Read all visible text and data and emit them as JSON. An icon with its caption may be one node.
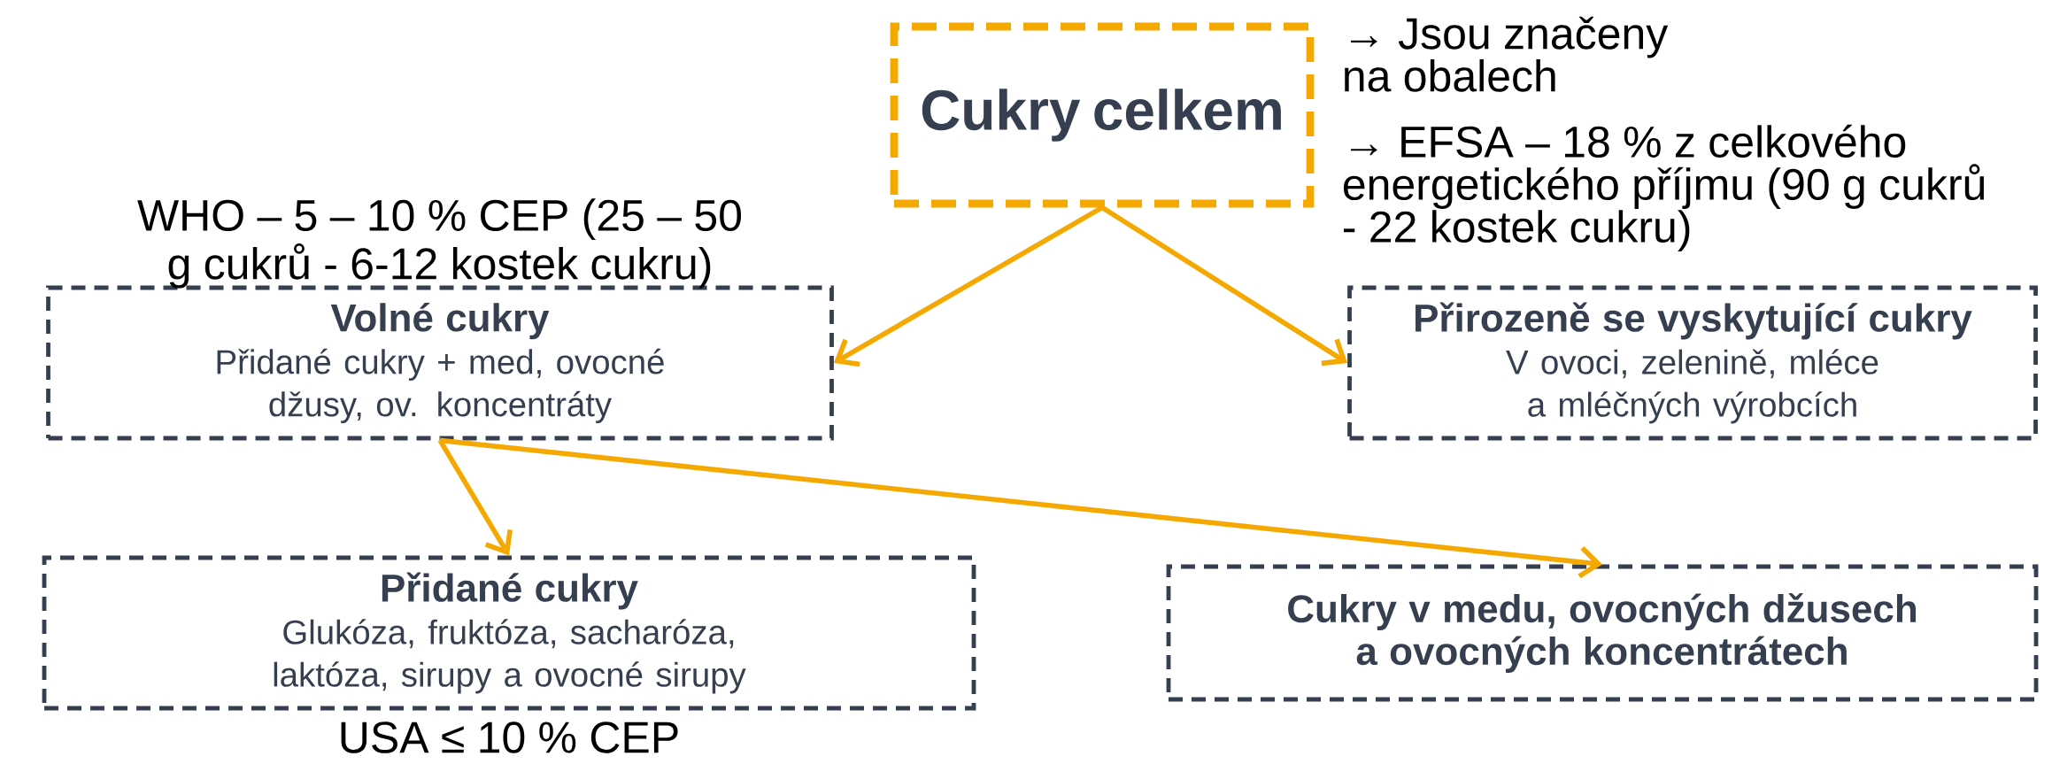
{
  "diagram": {
    "nodes": [
      {
        "text": [
          "Cukry celkem"
        ]
      },
      {
        "text": [
          "Volné cukry",
          "Přidané cukry + med, ovocné džusy, ov. koncentráty"
        ],
        "beside": [
          "WHO – 5 – 10 % CEP (25 – 50 g cukrů - 6-12 kostek cukru)"
        ]
      },
      {
        "text": [
          "Přirozeně se vyskytující cukry",
          "V ovoci, zelenině, mléce a mléčných výrobcích"
        ]
      },
      {
        "text": [
          "Přidané cukry",
          "Glukóza, fruktóza, sacharóza, laktóza, sirupy a ovocné sirupy"
        ],
        "beside": [
          "USA ≤ 10 % CEP"
        ]
      },
      {
        "text": [
          "Cukry v medu, ovocných džusech a ovocných koncentrátech"
        ]
      }
    ],
    "edges": [
      {
        "from": 0,
        "to": 1,
        "arrow": "to"
      },
      {
        "from": 0,
        "to": 2,
        "arrow": "to"
      },
      {
        "from": 1,
        "to": 3,
        "arrow": "to"
      },
      {
        "from": 1,
        "to": 4,
        "arrow": "to"
      }
    ],
    "labels": [
      "→ Jsou značeny na obalech",
      "→ EFSA – 18 % z celkového energetického příjmu (90 g cukrů - 22 kostek cukru)"
    ]
  }
}
